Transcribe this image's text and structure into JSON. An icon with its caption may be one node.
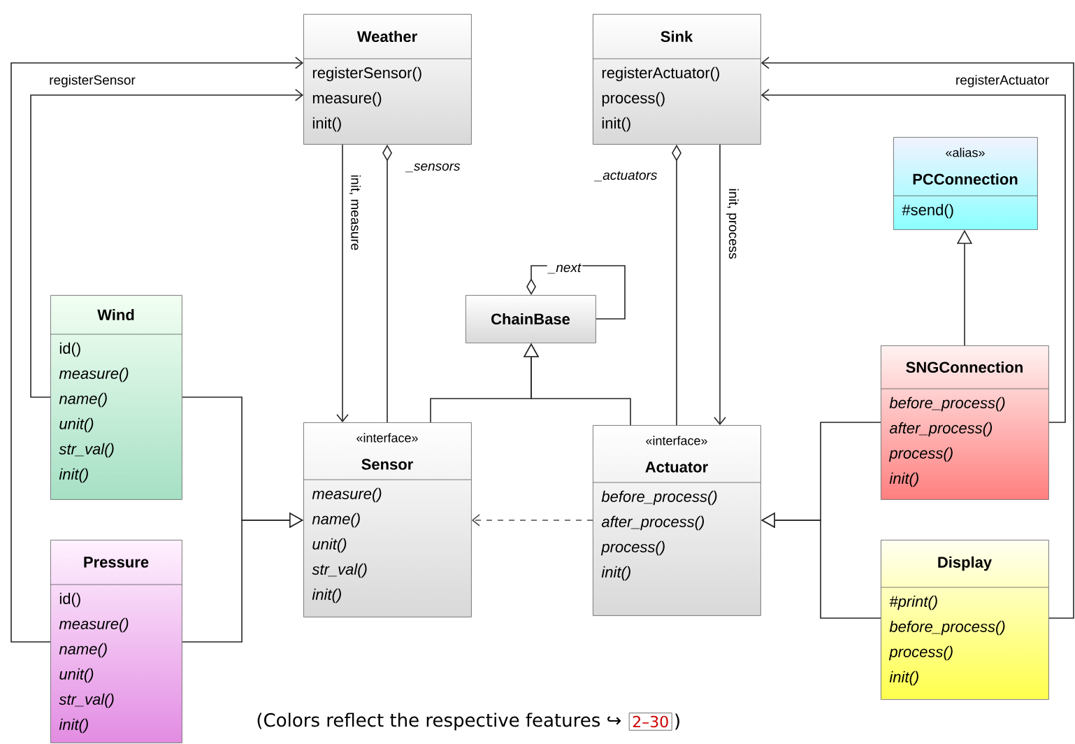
{
  "diagram": {
    "caption": "(Colors reflect the respective features ↪",
    "nodes": [
      {
        "text": [
          "Weather",
          "registerSensor()",
          "measure()",
          "init()"
        ]
      },
      {
        "text": [
          "Sink",
          "registerActuator()",
          "process()",
          "init()"
        ]
      },
      {
        "text": [
          "«alias»",
          "PCConnection",
          "#send()"
        ]
      },
      {
        "text": [
          "ChainBase"
        ]
      },
      {
        "text": [
          "Wind",
          "id()",
          "measure()",
          "name()",
          "unit()",
          "str_val()",
          "init()"
        ]
      },
      {
        "text": [
          "«interface»",
          "Sensor",
          "measure()",
          "name()",
          "unit()",
          "str_val()",
          "init()"
        ]
      },
      {
        "text": [
          "«interface»",
          "Actuator",
          "before_process()",
          "after_process()",
          "process()",
          "init()"
        ]
      },
      {
        "text": [
          "SNGConnection",
          "before_process()",
          "after_process()",
          "process()",
          "init()"
        ]
      },
      {
        "text": [
          "Pressure",
          "id()",
          "measure()",
          "name()",
          "unit()",
          "str_val()",
          "init()"
        ]
      },
      {
        "text": [
          "Display",
          "#print()",
          "before_process()",
          "process()",
          "init()"
        ]
      }
    ],
    "edges": [
      {
        "from": 4,
        "to": 0,
        "arrow": "to",
        "label": "registerSensor"
      },
      {
        "from": 8,
        "to": 0,
        "arrow": "to"
      },
      {
        "from": 7,
        "to": 1,
        "arrow": "to",
        "label": "registerActuator"
      },
      {
        "from": 9,
        "to": 1,
        "arrow": "to"
      },
      {
        "from": 0,
        "to": 5,
        "arrow": "to",
        "label": "init, measure"
      },
      {
        "from": 0,
        "to": 5,
        "arrow": "other",
        "label": "_sensors"
      },
      {
        "from": 1,
        "to": 6,
        "arrow": "other",
        "label": "_actuators"
      },
      {
        "from": 1,
        "to": 6,
        "arrow": "to",
        "label": "init, process"
      },
      {
        "from": 3,
        "to": 3,
        "arrow": "other",
        "label": "_next"
      },
      {
        "from": 5,
        "to": 3,
        "arrow": "to"
      },
      {
        "from": 6,
        "to": 3,
        "arrow": "to"
      },
      {
        "from": 4,
        "to": 5,
        "arrow": "to"
      },
      {
        "from": 8,
        "to": 5,
        "arrow": "to"
      },
      {
        "from": 6,
        "to": 5,
        "arrow": "to",
        "style": "dashed"
      },
      {
        "from": 7,
        "to": 6,
        "arrow": "to"
      },
      {
        "from": 9,
        "to": 6,
        "arrow": "to"
      },
      {
        "from": 7,
        "to": 2,
        "arrow": "to"
      }
    ],
    "labels": [
      "2–30",
      ")"
    ]
  }
}
